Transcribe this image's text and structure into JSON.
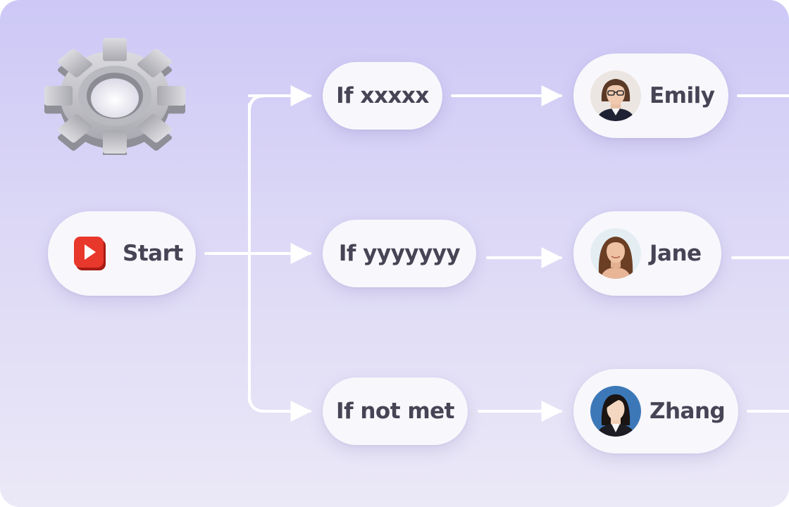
{
  "flow": {
    "start": {
      "label": "Start",
      "icon": "play-icon"
    },
    "conditions": [
      {
        "label": "If xxxxx"
      },
      {
        "label": "If yyyyyyy"
      },
      {
        "label": "If not met"
      }
    ],
    "assignees": [
      {
        "name": "Emily",
        "icon": "avatar-icon"
      },
      {
        "name": "Jane",
        "icon": "avatar-icon"
      },
      {
        "name": "Zhang",
        "icon": "avatar-icon"
      }
    ],
    "decoration": {
      "icon": "gear-icon"
    }
  },
  "colors": {
    "background_top": "#cdc8f6",
    "background_bottom": "#ebe8f7",
    "node_fill": "#f8f7fc",
    "node_text": "#474455",
    "connector": "#ffffff",
    "play_red": "#e8372b"
  }
}
